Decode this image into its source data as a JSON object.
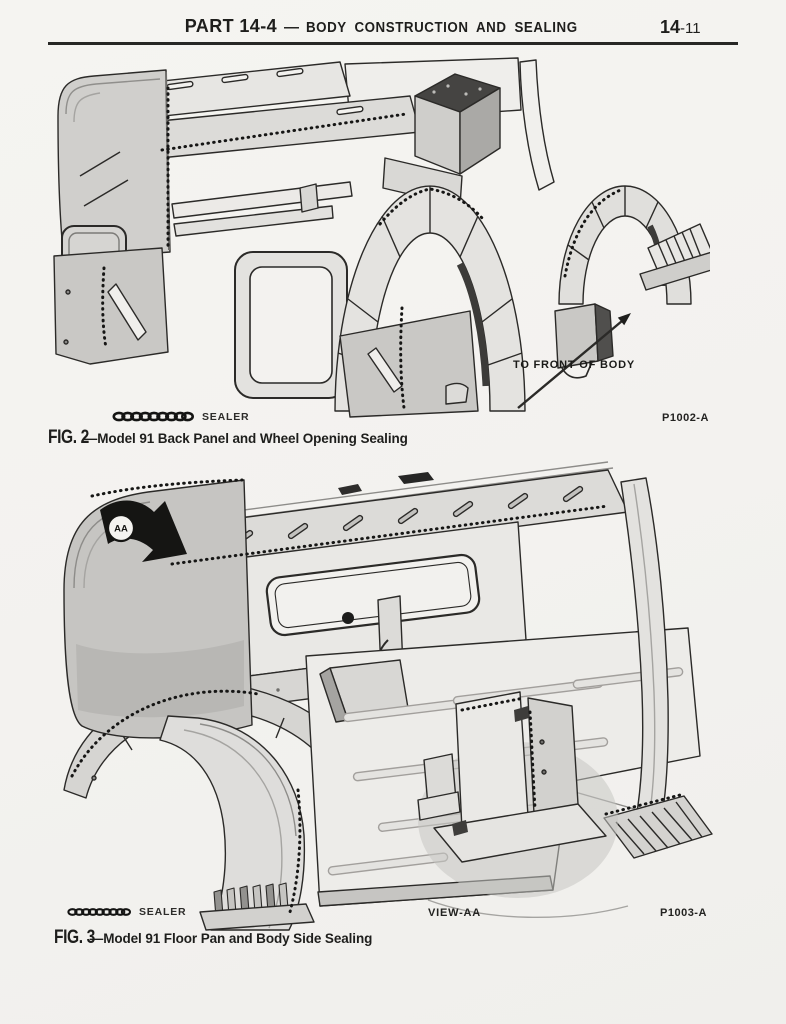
{
  "header": {
    "part_label": "PART 14-4",
    "separator": "—",
    "title": "BODY CONSTRUCTION AND SEALING",
    "page_number_bold": "14",
    "page_number_rest": "-11"
  },
  "figure2": {
    "caption_fig": "FIG. 2",
    "caption_text": "—Model 91 Back Panel and Wheel Opening Sealing",
    "sealer_label": "SEALER",
    "plate_code": "P1002-A",
    "to_front_label": "TO FRONT OF BODY"
  },
  "figure3": {
    "caption_fig": "FIG. 3",
    "caption_text": "—Model 91 Floor Pan and Body Side Sealing",
    "sealer_label": "SEALER",
    "plate_code": "P1003-A",
    "view_label": "VIEW-AA",
    "detail_marker": "AA"
  },
  "colors": {
    "page_background": "#f3f2ef",
    "ink": "#1e1e1c",
    "line_work": "#2b2a28",
    "panel_light": "#e9e8e5",
    "panel_mid": "#d2d1ce",
    "panel_dark": "#b2b1ae",
    "deep_shadow": "#3f3e3c"
  }
}
